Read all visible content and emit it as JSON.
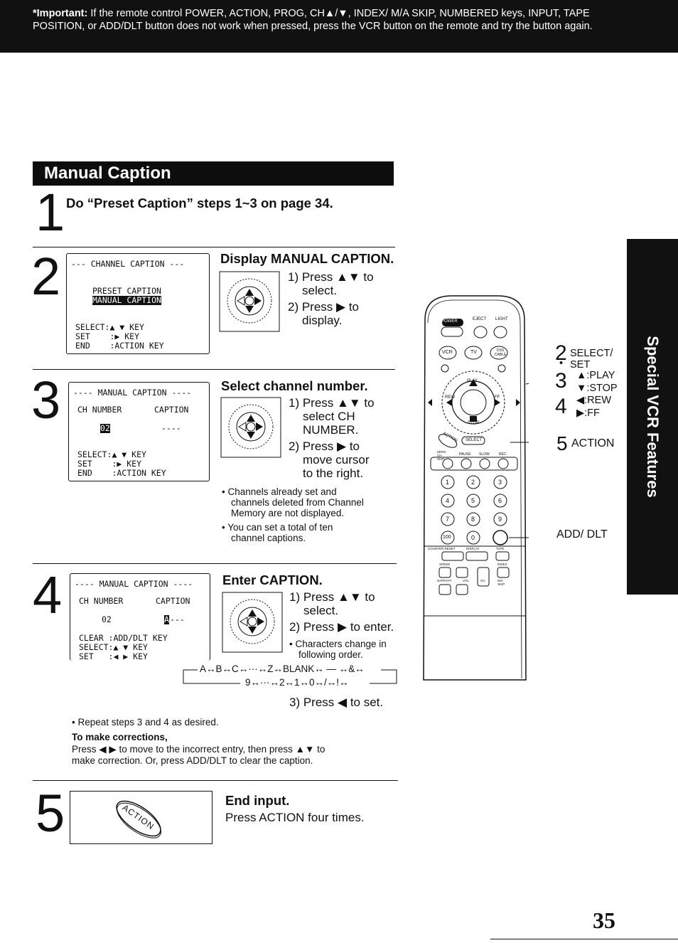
{
  "banner": {
    "important_label": "*Important:",
    "text": "If the remote control POWER, ACTION, PROG, CH▲/▼, INDEX/ M/A SKIP, NUMBERED keys, INPUT, TAPE POSITION, or ADD/DLT button does not work when pressed, press the VCR button on the remote and try the button again."
  },
  "section_title": "Manual Caption",
  "side_tab": "Special VCR Features",
  "page_number": "35",
  "step1": {
    "number": "1",
    "text": "Do “Preset Caption” steps 1~3 on page 34."
  },
  "step2": {
    "number": "2",
    "osd": {
      "title": "--- CHANNEL CAPTION ---",
      "line1": "PRESET CAPTION",
      "line2": "MANUAL CAPTION",
      "select": "SELECT:▲ ▼ KEY",
      "set": "SET    :▶ KEY",
      "end": "END    :ACTION KEY"
    },
    "heading": "Display MANUAL CAPTION.",
    "inst1": "1) Press ▲▼ to",
    "inst1b": "select.",
    "inst2": "2) Press ▶ to",
    "inst2b": "display."
  },
  "step3": {
    "number": "3",
    "osd": {
      "title": "---- MANUAL CAPTION ----",
      "col1": "CH NUMBER",
      "col2": "CAPTION",
      "value": "02",
      "caption": "----",
      "select": "SELECT:▲ ▼ KEY",
      "set": "SET    :▶ KEY",
      "end": "END    :ACTION KEY"
    },
    "heading": "Select channel number.",
    "inst1": "1) Press ▲▼ to",
    "inst1b": "select CH",
    "inst1c": "NUMBER.",
    "inst2": "2) Press ▶ to",
    "inst2b": "move cursor",
    "inst2c": "to the right.",
    "note1a": "• Channels already set and",
    "note1b": "channels deleted from Channel",
    "note1c": "Memory are not displayed.",
    "note2a": "• You can set a total of ten",
    "note2b": "channel captions."
  },
  "step4": {
    "number": "4",
    "osd": {
      "title": "---- MANUAL CAPTION ----",
      "col1": "CH NUMBER",
      "col2": "CAPTION",
      "value": "02",
      "caption_cursor": "A",
      "caption_rest": "---",
      "clear": "CLEAR :ADD/DLT KEY",
      "select": "SELECT:▲ ▼ KEY",
      "set": "SET   :◀ ▶ KEY"
    },
    "heading": "Enter CAPTION.",
    "inst1": "1) Press ▲▼ to",
    "inst1b": "select.",
    "inst2": "2) Press ▶ to enter.",
    "note1": "• Characters change in",
    "note1b": "following order.",
    "seq1": "A↔B↔C↔···↔Z↔BLANK↔ — ↔&↔",
    "seq2": "9↔···↔2↔1↔0↔/↔!↔",
    "inst3": "3) Press ◀ to set."
  },
  "repeat_note": "• Repeat steps 3 and 4 as desired.",
  "corrections": {
    "heading": "To make corrections,",
    "text1": "Press ◀ ▶ to move to the incorrect entry, then press ▲▼ to",
    "text2": "make correction. Or, press ADD/DLT to clear the caption."
  },
  "step5": {
    "number": "5",
    "button": "ACTION",
    "heading": "End input.",
    "text": "Press ACTION four times."
  },
  "remote": {
    "top_labels": [
      "POWER",
      "EJECT",
      "LIGHT"
    ],
    "row2": [
      "VCR",
      "TV",
      "DSS CABLE"
    ],
    "play": "PLAY",
    "rew": "REW",
    "ff": "FF",
    "stop": "STOP",
    "action": "ACTION",
    "select": "SELECT",
    "row_small": [
      "ZERO CH SKIP",
      "PAUSE",
      "SLOW",
      "REC"
    ],
    "keypad": [
      "1",
      "2",
      "3",
      "4",
      "5",
      "6",
      "7",
      "8",
      "9",
      "100",
      "0"
    ],
    "bottom_labels": [
      "COUNTER RESET",
      "DISPLAY",
      "TAPE",
      "SPEED",
      "INDEX",
      "SAP/HI-FI",
      "VOL",
      "CH",
      "M/A SKIP"
    ],
    "annotations": {
      "a2_num": "2",
      "a2_text": "SELECT/",
      "a2_dot": "•",
      "a2_set": "SET",
      "a3_num": "3",
      "a3_play": "▲:PLAY",
      "a3_stop": "▼:STOP",
      "a4_num": "4",
      "a4_rew": "◀:REW",
      "a4_ff": "▶:FF",
      "a5_num": "5",
      "a5_text": "ACTION",
      "adddlt": "ADD/ DLT"
    }
  }
}
